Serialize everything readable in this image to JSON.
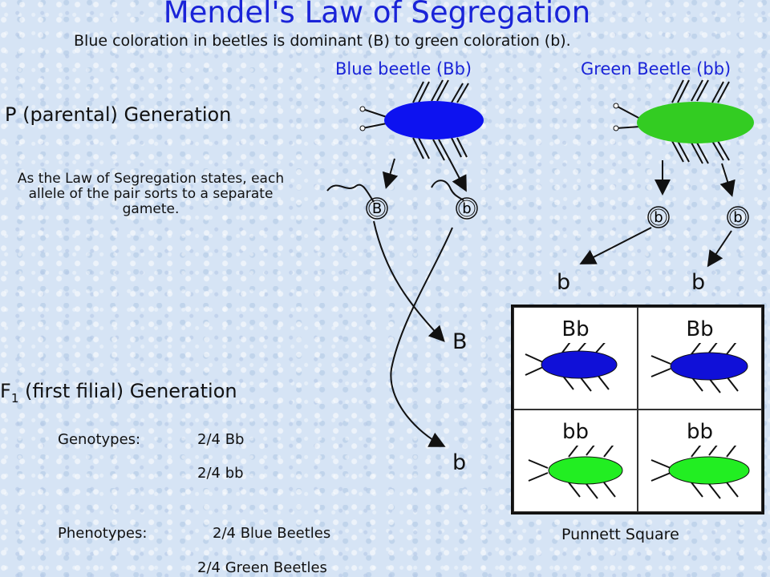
{
  "title": "Mendel's Law of Segregation",
  "subtitle": "Blue coloration in beetles is dominant (B) to green coloration (b).",
  "parents": {
    "blue_label": "Blue beetle (Bb)",
    "green_label": "Green Beetle (bb)"
  },
  "p_generation": "P (parental) Generation",
  "segregation_text": "As the Law of Segregation states, each allele of the pair sorts to a separate gamete.",
  "gametes": {
    "blue_parent": [
      "B",
      "b"
    ],
    "green_parent": [
      "b",
      "b"
    ]
  },
  "punnett": {
    "column_headers": [
      "b",
      "b"
    ],
    "row_headers": [
      "B",
      "b"
    ],
    "cells": [
      {
        "genotype": "Bb",
        "color": "#1010d8"
      },
      {
        "genotype": "Bb",
        "color": "#1010d8"
      },
      {
        "genotype": "bb",
        "color": "#22ee22"
      },
      {
        "genotype": "bb",
        "color": "#22ee22"
      }
    ],
    "label": "Punnett Square"
  },
  "f1": {
    "heading": "F",
    "heading_sub": "1",
    "heading_rest": " (first filial) Generation",
    "genotypes_label": "Genotypes:",
    "genotypes": [
      "2/4 Bb",
      "2/4 bb"
    ],
    "phenotypes_label": "Phenotypes:",
    "phenotypes": [
      "2/4 Blue Beetles",
      "2/4 Green Beetles"
    ]
  },
  "colors": {
    "title": "#1a24d8",
    "blue_beetle": "#0d12f0",
    "green_beetle": "#33cc22",
    "background": "#d6e4f5"
  }
}
